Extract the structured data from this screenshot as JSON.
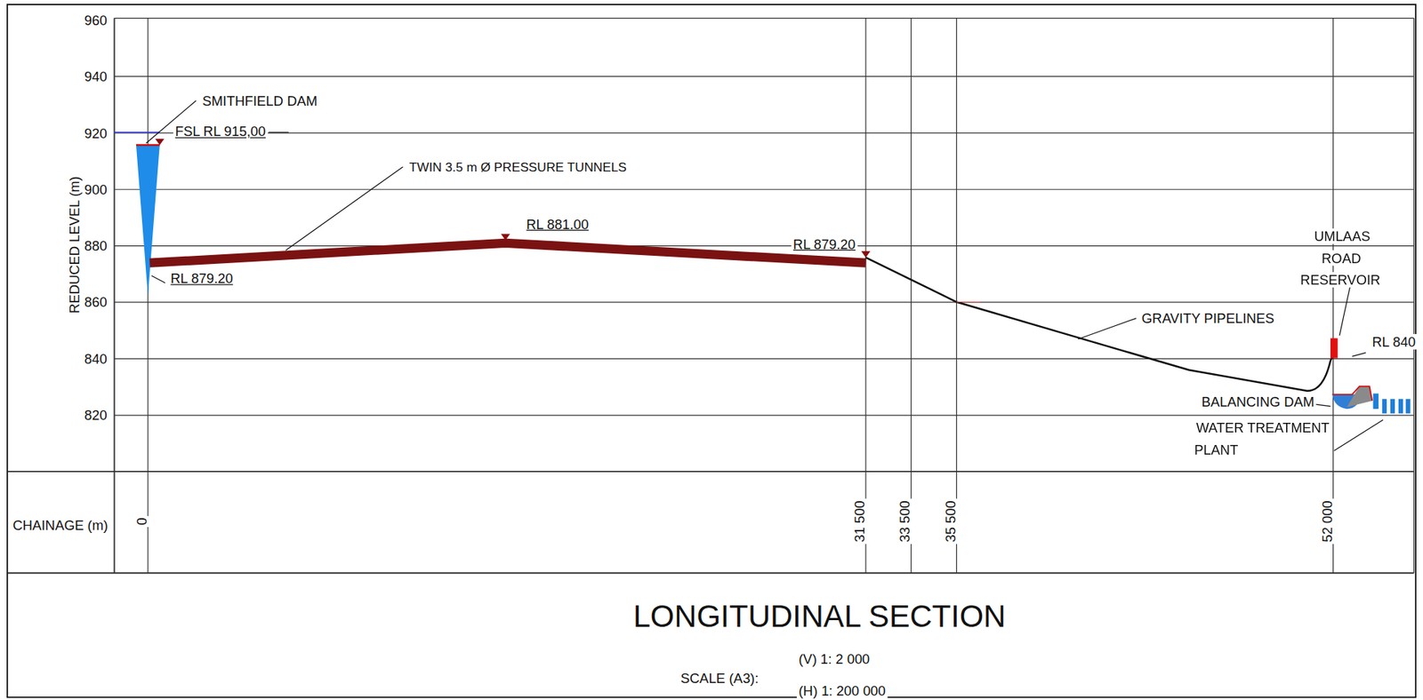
{
  "diagram": {
    "title": "LONGITUDINAL SECTION",
    "labels": [
      "SMITHFIELD DAM",
      "FSL RL 915,00",
      "TWIN 3.5 m Ø PRESSURE TUNNELS",
      "RL 881.00",
      "RL 879.20",
      "RL 879.20",
      "UMLAAS ROAD RESERVOIR",
      "GRAVITY PIPELINES",
      "RL 840",
      "BALANCING DAM",
      "WATER TREATMENT PLANT",
      "960",
      "940",
      "920",
      "900",
      "880",
      "860",
      "840",
      "820",
      "REDUCED LEVEL (m)",
      "CHAINAGE (m)",
      "0",
      "31 500",
      "33 500",
      "35 500",
      "52 000",
      "SCALE (A3):",
      "(V) 1: 2 000",
      "(H) 1: 200 000"
    ]
  }
}
